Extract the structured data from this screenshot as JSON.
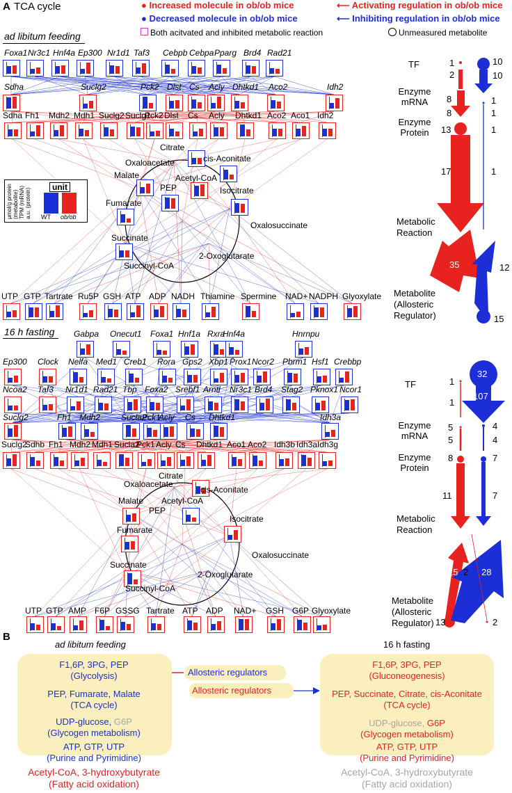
{
  "panel_a": {
    "label": "A",
    "title": "TCA cycle",
    "legend": {
      "increased": "Increased molecule in ob/ob mice",
      "decreased": "Decreased molecule in ob/ob mice",
      "activating": "Activating regulation in ob/ob mice",
      "inhibiting": "Inhibiting regulation in ob/ob mice",
      "both": "Both acitvated and inhibited metabolic reaction",
      "unmeasured": "Unmeasured metabolite"
    },
    "unit_box": {
      "title": "unit",
      "ylabel": "μmol/g protein (metabolite) TPM (mRNA) a.u. (protein)",
      "wt": "WT",
      "obob": "ob/ob"
    },
    "fed": {
      "title": "ad libitum feeding",
      "tf": [
        "Foxa1",
        "Nr3c1",
        "Hnf4a",
        "Ep300",
        "Nr1d1",
        "Taf3",
        "Cebpb",
        "Cebpa",
        "Pparg",
        "Brd4",
        "Rad21"
      ],
      "mrna": [
        "Sdha",
        "Suclg2",
        "Pck2",
        "Dlst",
        "Cs",
        "Acly",
        "Dhtkd1",
        "Aco2",
        "Idh2"
      ],
      "protein": [
        "Sdha",
        "Fh1",
        "Mdh2",
        "Mdh1",
        "Suclg2",
        "Suclg1",
        "Pck2",
        "Dlst",
        "Cs",
        "Acly",
        "Dhtkd1",
        "Aco2",
        "Aco1",
        "Idh2"
      ],
      "metabolites": [
        "Citrate",
        "cis-Aconitate",
        "Oxaloacetate",
        "Malate",
        "Acetyl-CoA",
        "PEP",
        "Isocitrate",
        "Fumarate",
        "Oxalosuccinate",
        "Succinate",
        "2-Oxoglutarate",
        "Succinyl-CoA"
      ],
      "regulators": [
        "UTP",
        "GTP",
        "Tartrate",
        "Ru5P",
        "GSH",
        "ATP",
        "ADP",
        "NADH",
        "Thiamine",
        "Spermine",
        "NAD+",
        "NADPH",
        "Glyoxylate"
      ],
      "side": {
        "levels": [
          "TF",
          "Enzyme mRNA",
          "Enzyme Protein",
          "Metabolic Reaction",
          "Metabolite (Allosteric Regulator)"
        ],
        "red_counts": [
          "1",
          "2",
          "8",
          "8",
          "13",
          "17",
          "35"
        ],
        "blue_counts": [
          "10",
          "10",
          "1",
          "1",
          "1",
          "1",
          "12",
          "15"
        ]
      }
    },
    "fast": {
      "title": "16 h fasting",
      "tf_row1": [
        "Gabpa",
        "Onecut1",
        "Foxa1",
        "Hnf1a",
        "Rxra",
        "Hnf4a",
        "Hnrnpu"
      ],
      "tf_row2": [
        "Ep300",
        "Clock",
        "Nelfa",
        "Med1",
        "Creb1",
        "Rora",
        "Gps2",
        "Xbp1",
        "Prox1",
        "Ncor2",
        "Pbrm1",
        "Hsf1",
        "Crebbp"
      ],
      "tf_row3": [
        "Ncoa2",
        "Taf3",
        "Nr1d1",
        "Rad21",
        "Tbp",
        "Foxa2",
        "Srebf1",
        "Arntl",
        "Nr3c1",
        "Brd4",
        "Stag2",
        "Pknox1",
        "Ncor1"
      ],
      "mrna": [
        "Suclg2",
        "Fh1",
        "Mdh2",
        "Sucla2",
        "Pck1",
        "Acly",
        "Cs",
        "Dhtkd1",
        "Idh3a"
      ],
      "protein": [
        "Suclg2",
        "Sdhb",
        "Fh1",
        "Mdh2",
        "Mdh1",
        "Sucla2",
        "Pck1",
        "Acly",
        "Cs",
        "Dhtkd1",
        "Aco1",
        "Aco2",
        "Idh3b",
        "Idh3a",
        "Idh3g"
      ],
      "metabolites": [
        "Citrate",
        "Oxaloacetate",
        "cis-Aconitate",
        "Malate",
        "Acetyl-CoA",
        "PEP",
        "Isocitrate",
        "Fumarate",
        "Oxalosuccinate",
        "Succinate",
        "2-Oxoglutarate",
        "Succinyl-CoA"
      ],
      "regulators": [
        "UTP",
        "GTP",
        "AMP",
        "F6P",
        "GSSG",
        "Tartrate",
        "ATP",
        "ADP",
        "NAD+",
        "GSH",
        "G6P",
        "Glyoxylate"
      ],
      "side": {
        "levels": [
          "TF",
          "Enzyme mRNA",
          "Enzyme Protein",
          "Metabolic Reaction",
          "Metabolite (Allosteric Regulator)"
        ],
        "red_counts": [
          "1",
          "1",
          "5",
          "5",
          "8",
          "11",
          "15",
          "13"
        ],
        "blue_counts": [
          "32",
          "107",
          "4",
          "4",
          "7",
          "7",
          "28",
          "2",
          "2"
        ]
      }
    }
  },
  "panel_b": {
    "label": "B",
    "left_title": "ad libitum feeding",
    "right_title": "16 h fasting",
    "allosteric": "Allosteric regulators",
    "left": [
      {
        "line1": "F1,6P, 3PG, PEP",
        "line2": "(Glycolysis)"
      },
      {
        "line1": "PEP, Fumarate, Malate",
        "line2": "(TCA cycle)"
      },
      {
        "line1a": "UDP-glucose,",
        "line1b": "G6P",
        "line2": "(Glycogen metabolism)"
      },
      {
        "line1": "ATP, GTP, UTP",
        "line2": "(Purine and Pyrimidine)"
      },
      {
        "line1": "Acetyl-CoA, 3-hydroxybutyrate",
        "line2": "(Fatty acid oxidation)"
      }
    ],
    "right": [
      {
        "line1": "F1,6P, 3PG, PEP",
        "line2": "(Gluconeogenesis)"
      },
      {
        "line1": "PEP, Succinate, Citrate, cis-Aconitate",
        "line2": "(TCA cycle)"
      },
      {
        "line1a": "UDP-glucose,",
        "line1b": "G6P",
        "line2": "(Glycogen metabolism)"
      },
      {
        "line1": "ATP, GTP, UTP",
        "line2": "(Purine and Pyrimidine)"
      },
      {
        "line1": "Acetyl-CoA, 3-hydroxybutyrate",
        "line2": "(Fatty acid oxidation)"
      }
    ]
  },
  "colors": {
    "red": "#e8221f",
    "blue": "#1c2fd6",
    "gray": "#a6a6a6",
    "highlight": "#fbefbd",
    "both": "#d040d0"
  }
}
